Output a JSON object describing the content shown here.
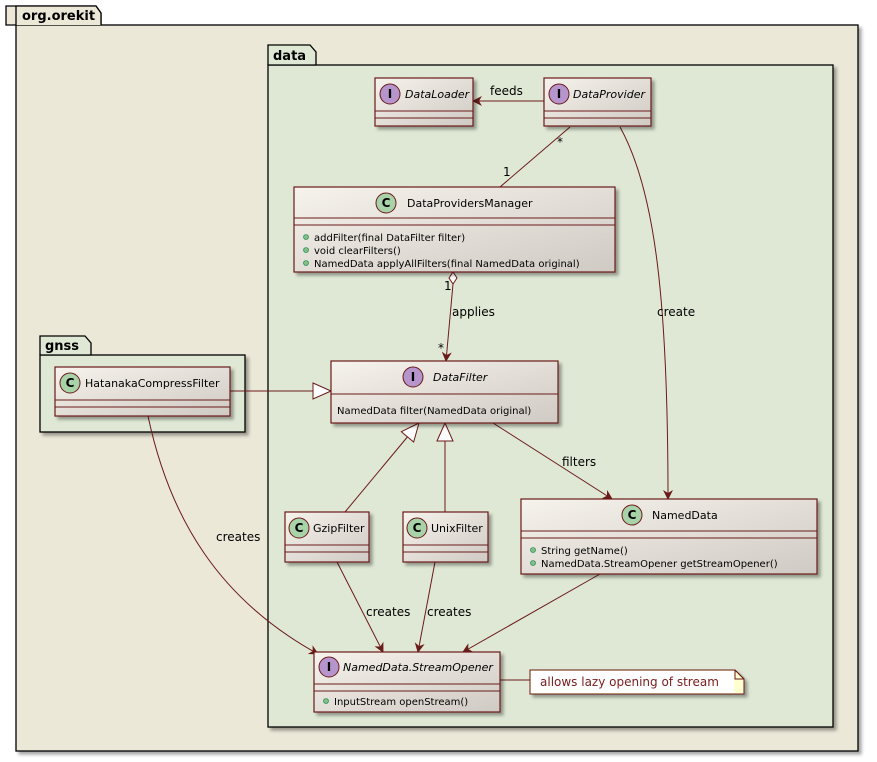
{
  "packages": {
    "root": "org.orekit",
    "data": "data",
    "gnss": "gnss"
  },
  "classes": {
    "data_loader": {
      "kind": "I",
      "name": "DataLoader"
    },
    "data_provider": {
      "kind": "I",
      "name": "DataProvider"
    },
    "providers_manager": {
      "kind": "C",
      "name": "DataProvidersManager",
      "members": [
        "addFilter(final DataFilter filter)",
        "void clearFilters()",
        "NamedData applyAllFilters(final NamedData original)"
      ]
    },
    "data_filter": {
      "kind": "I",
      "name": "DataFilter",
      "members": [
        "NamedData filter(NamedData original)"
      ]
    },
    "hatanaka": {
      "kind": "C",
      "name": "HatanakaCompressFilter"
    },
    "gzip": {
      "kind": "C",
      "name": "GzipFilter"
    },
    "unix": {
      "kind": "C",
      "name": "UnixFilter"
    },
    "named_data": {
      "kind": "C",
      "name": "NamedData",
      "members": [
        "String getName()",
        "NamedData.StreamOpener getStreamOpener()"
      ]
    },
    "stream_opener": {
      "kind": "I",
      "name": "NamedData.StreamOpener",
      "members": [
        "InputStream openStream()"
      ]
    }
  },
  "labels": {
    "feeds": "feeds",
    "applies": "applies",
    "create": "create",
    "filters": "filters",
    "creates": "creates",
    "mult_star": "*",
    "mult_one": "1"
  },
  "note": "allows lazy opening of stream",
  "colors": {
    "outer_package": "#ebe8d8",
    "inner_package": "#dfe8d5",
    "border": "#6b1a1a",
    "circle_class": "#a8d2a8",
    "circle_interface": "#b595cc"
  }
}
